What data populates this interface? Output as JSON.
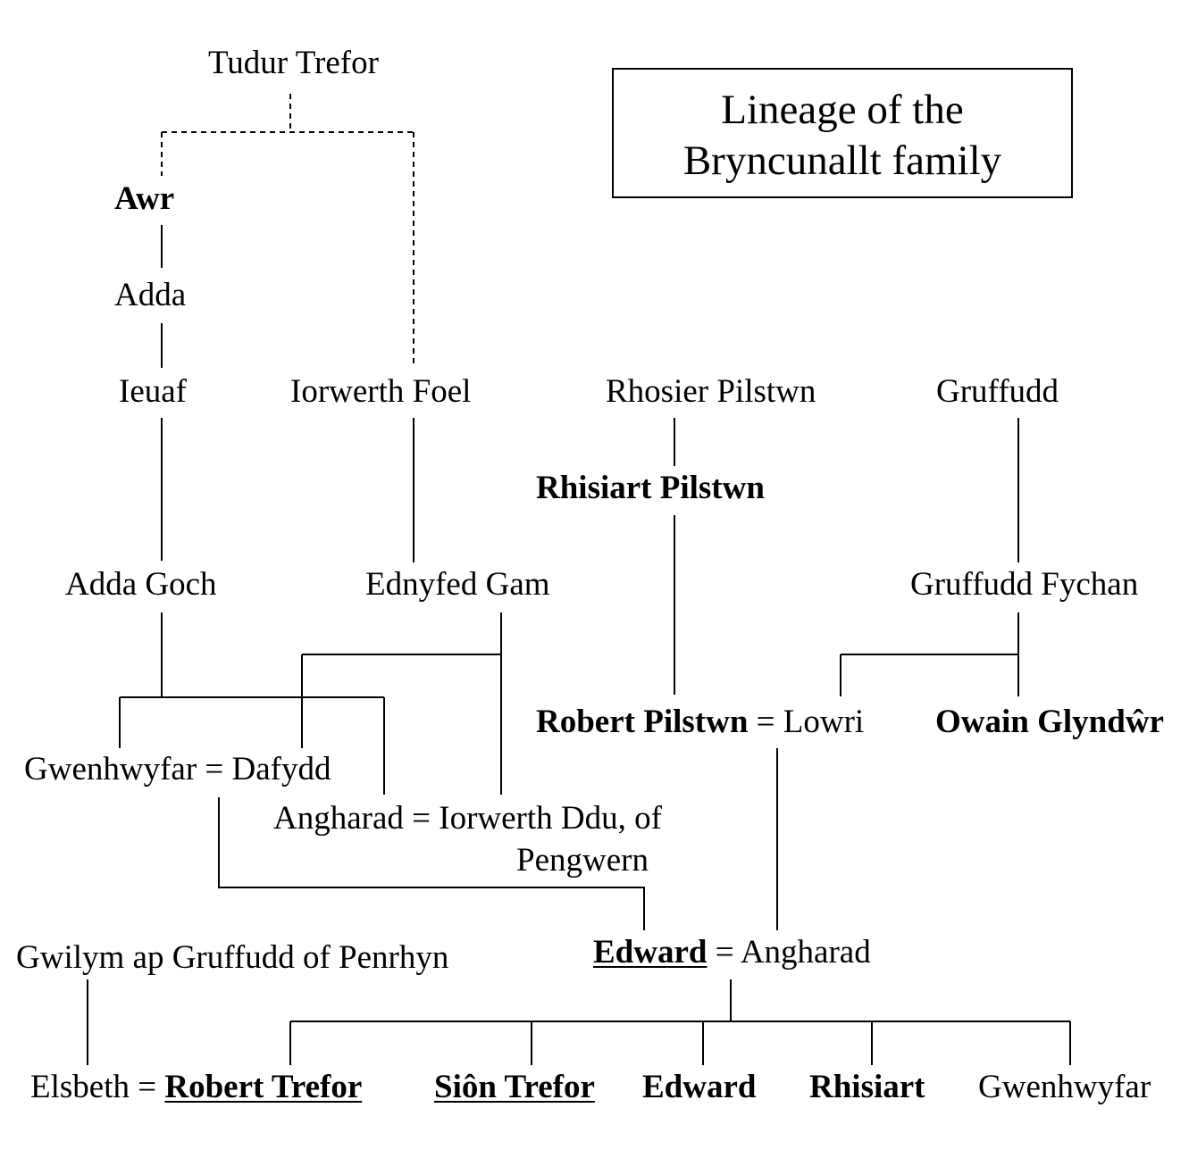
{
  "title": {
    "line1": "Lineage of the",
    "line2": "Bryncunallt family"
  },
  "people": {
    "tudur_trefor": "Tudur Trefor",
    "awr": "Awr",
    "adda": "Adda",
    "ieuaf": "Ieuaf",
    "iorwerth_foel": "Iorwerth Foel",
    "rhosier_pilstwn": "Rhosier Pilstwn",
    "gruffudd": "Gruffudd",
    "rhisiart_pilstwn": "Rhisiart Pilstwn",
    "adda_goch": "Adda Goch",
    "ednyfed_gam": "Ednyfed Gam",
    "gruffudd_fychan": "Gruffudd Fychan",
    "robert_pilstwn": "Robert Pilstwn",
    "lowri": "Lowri",
    "owain_glyndwr": "Owain Glyndŵr",
    "gwenhwyfar_1": "Gwenhwyfar",
    "dafydd": "Dafydd",
    "angharad_1": "Angharad",
    "iorwerth_ddu": "Iorwerth Ddu, of",
    "iorwerth_ddu_place": "Pengwern",
    "gwilym": "Gwilym ap Gruffudd of Penrhyn",
    "edward_1": "Edward",
    "angharad_2": "Angharad",
    "elsbeth": "Elsbeth",
    "robert_trefor": "Robert Trefor",
    "sion_trefor": "Siôn Trefor",
    "edward_2": "Edward",
    "rhisiart": "Rhisiart",
    "gwenhwyfar_2": "Gwenhwyfar"
  },
  "marriage_symbol": "="
}
